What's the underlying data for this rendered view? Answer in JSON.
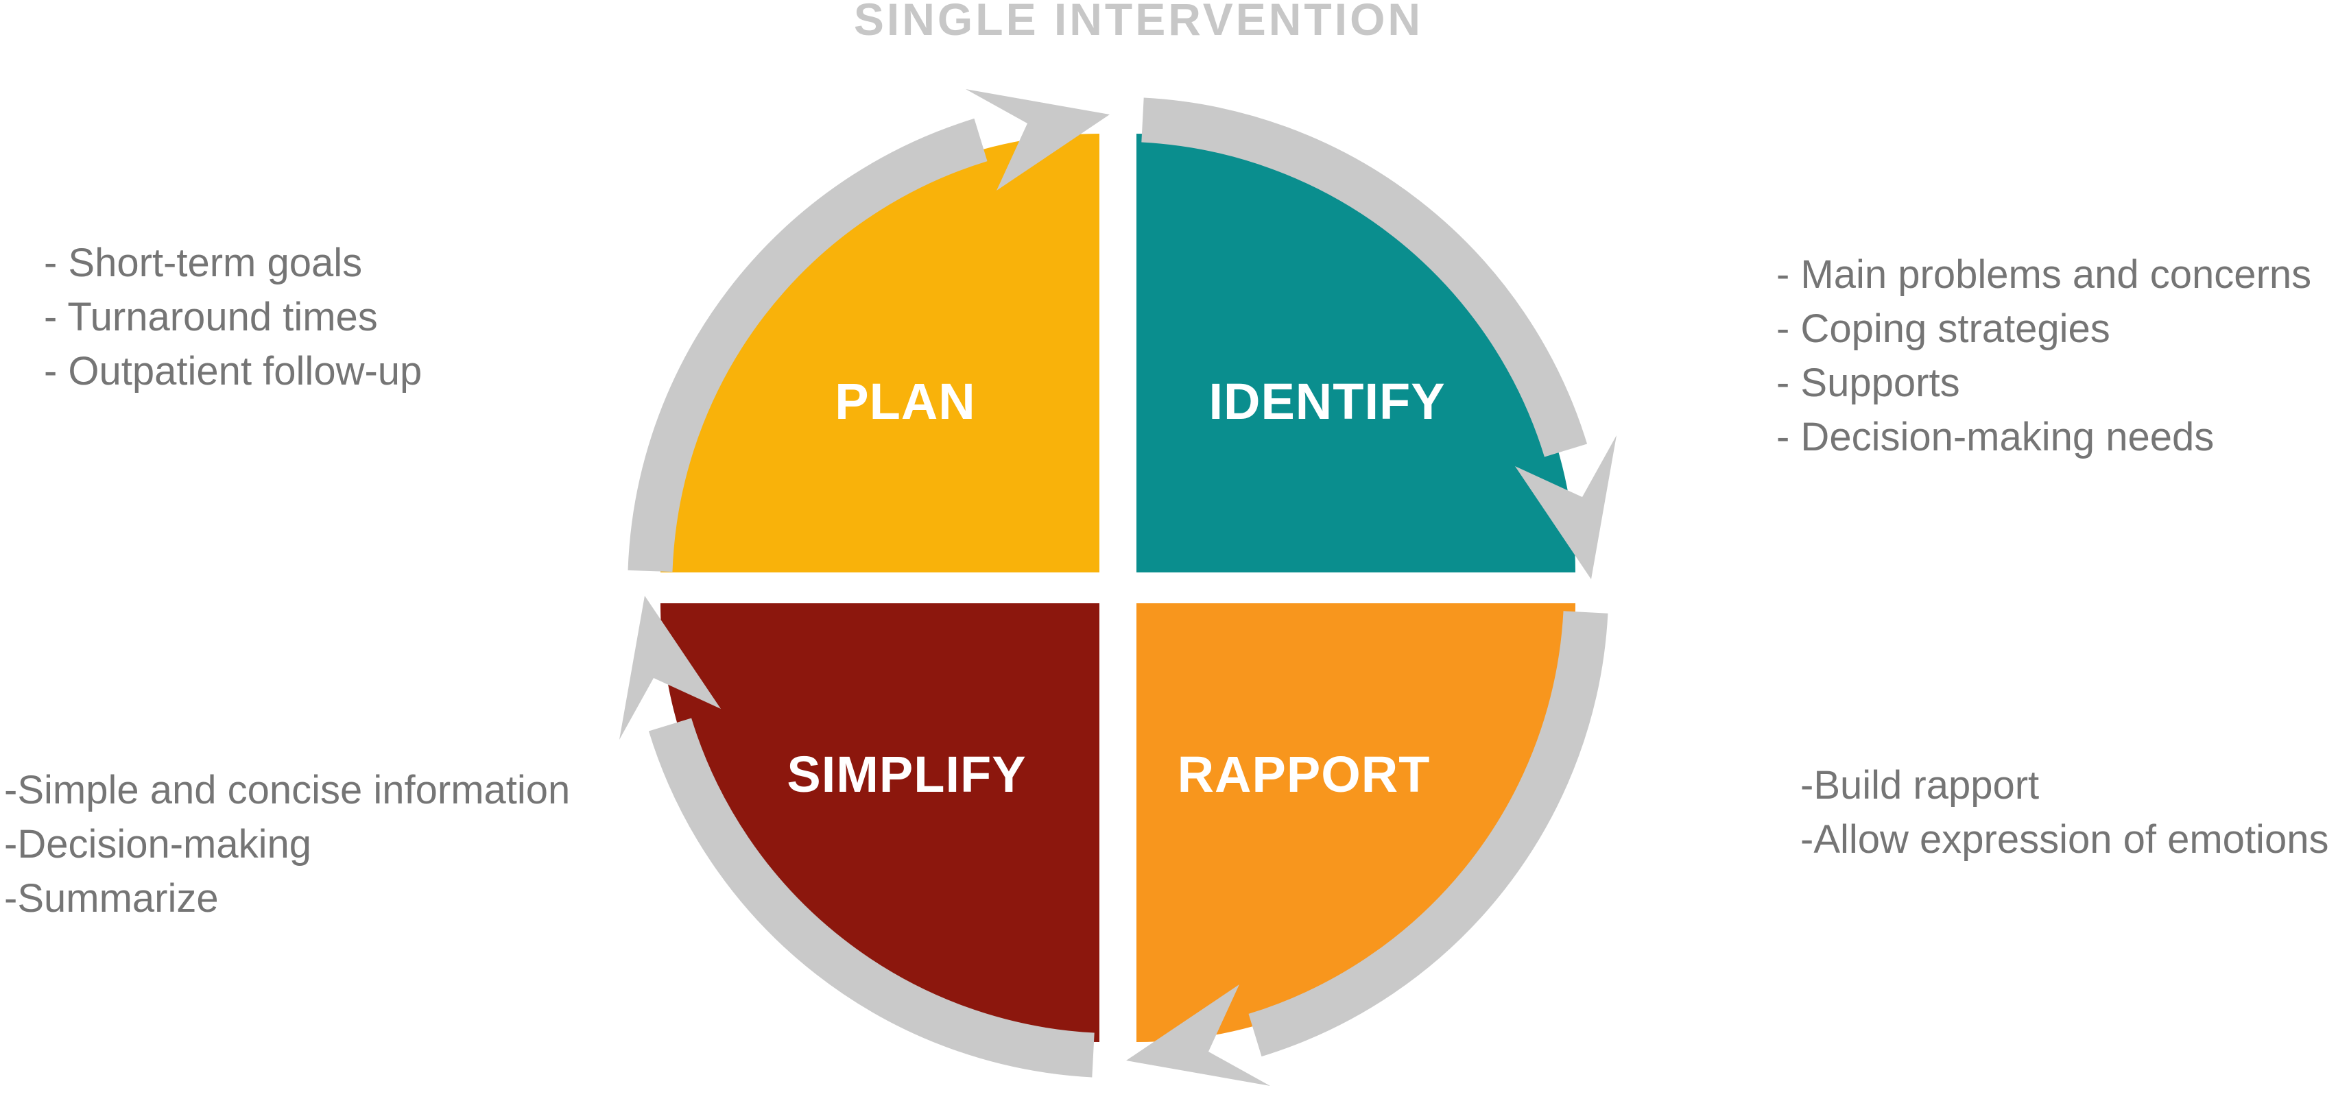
{
  "title": "SINGLE INTERVENTION",
  "colors": {
    "ring": "#C9C9C9",
    "title": "#C7C7C7",
    "side_text": "#757575",
    "label_text": "#FFFFFF"
  },
  "quadrants": [
    {
      "id": "plan",
      "label": "PLAN",
      "color": "#F9B20A"
    },
    {
      "id": "identify",
      "label": "IDENTIFY",
      "color": "#0A8E8E"
    },
    {
      "id": "rapport",
      "label": "RAPPORT",
      "color": "#F8961D"
    },
    {
      "id": "simplify",
      "label": "SIMPLIFY",
      "color": "#8C170D"
    }
  ],
  "annotations": {
    "plan": {
      "items": [
        "- Short-term goals",
        "- Turnaround times",
        "- Outpatient follow-up"
      ]
    },
    "identify": {
      "items": [
        "- Main problems and concerns",
        "- Coping strategies",
        "- Supports",
        "- Decision-making needs"
      ]
    },
    "simplify": {
      "items": [
        "-Simple and concise information",
        "-Decision-making",
        "-Summarize"
      ]
    },
    "rapport": {
      "items": [
        "-Build rapport",
        "-Allow expression of emotions"
      ]
    }
  }
}
